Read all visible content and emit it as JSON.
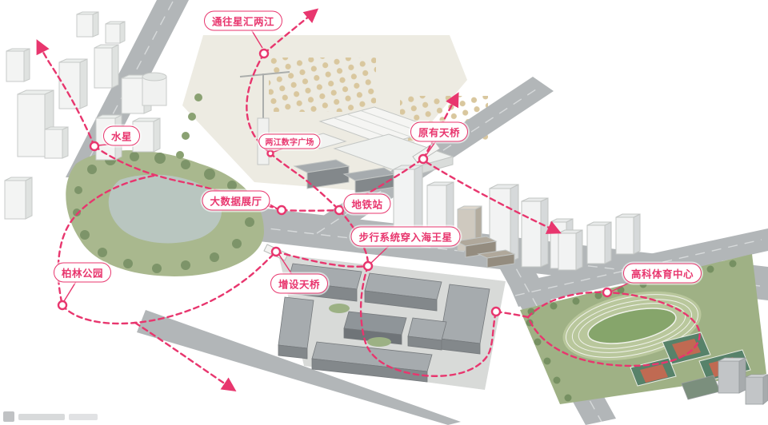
{
  "colors": {
    "route": "#E8366E",
    "park": "#A9B88E",
    "road": "#B2B6B8",
    "field": "#9FB185"
  },
  "annotations": {
    "items": [
      {
        "text": "通往星汇两江"
      },
      {
        "text": "水星"
      },
      {
        "text": "两江数字广场"
      },
      {
        "text": "原有天桥"
      },
      {
        "text": "大数据展厅"
      },
      {
        "text": "地铁站"
      },
      {
        "text": "步行系统穿入海王星"
      },
      {
        "text": "柏林公园"
      },
      {
        "text": "增设天桥"
      },
      {
        "text": "高科体育中心"
      }
    ]
  }
}
